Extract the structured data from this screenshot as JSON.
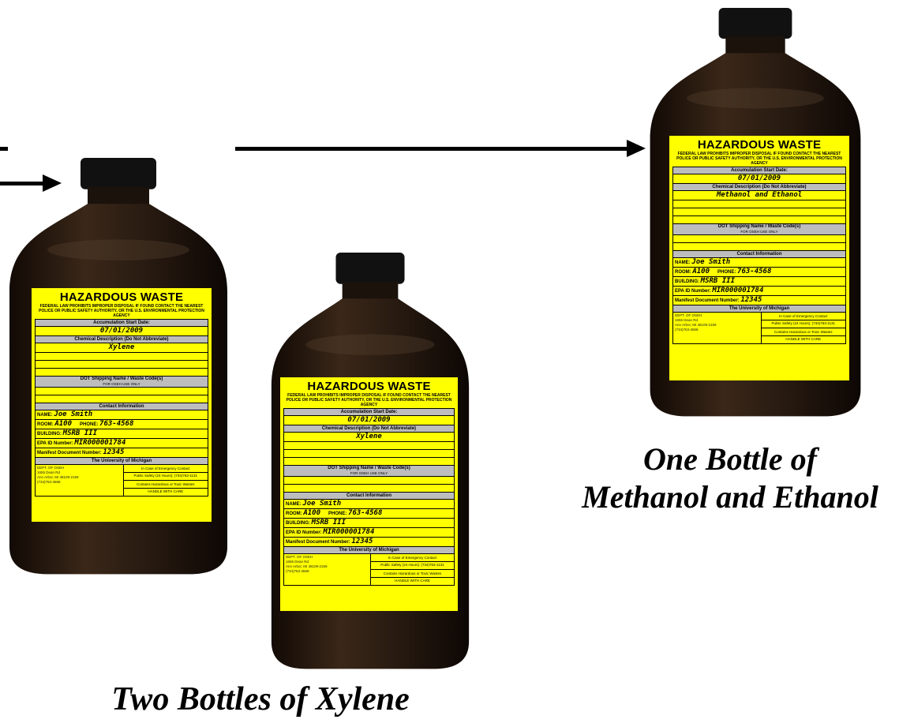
{
  "captions": {
    "xylene": "Two Bottles of Xylene",
    "methanol_line1": "One Bottle of",
    "methanol_line2": "Methanol and Ethanol"
  },
  "labels": [
    {
      "title": "HAZARDOUS WASTE",
      "warning": "FEDERAL LAW PROHIBITS IMPROPER DISPOSAL IF FOUND CONTACT THE NEAREST POLICE OR PUBLIC SAFETY AUTHORITY, OR THE U.S. ENVIRONMENTAL PROTECTION AGENCY",
      "accumulation_header": "Accumulation Start Date:",
      "date": "07/01/2009",
      "chemical_header": "Chemical Description (Do Not Abbreviate)",
      "chemical": "Xylene",
      "dot_header": "DOT Shipping Name / Waste Code(s)",
      "dot_sub": "FOR OSEH USE ONLY",
      "contact_header": "Contact Information",
      "name_label": "NAME:",
      "name": "Joe Smith",
      "room_label": "ROOM:",
      "room": "A100",
      "phone_label": "PHONE:",
      "phone": "763-4568",
      "building_label": "BUILDING:",
      "building": "MSRB III",
      "epa_label": "EPA ID Number:",
      "epa": "MIR000001784",
      "manifest_label": "Manifest Document Number:",
      "manifest": "12345",
      "univ": "The University of Michigan",
      "dept1": "DEPT. OF OSEH",
      "dept2": "1655 Dean Rd",
      "dept3": "Ann Arbor, MI 48109-2159",
      "dept4": "(734)763-4568",
      "emer1": "In Case of Emergency Contact",
      "emer2": "Public Safety (24 Hours): (734)763-1131",
      "cont1": "Contains Hazardous or Toxic Wastes",
      "cont2": "HANDLE WITH CARE"
    },
    {
      "title": "HAZARDOUS WASTE",
      "warning": "FEDERAL LAW PROHIBITS IMPROPER DISPOSAL IF FOUND CONTACT THE NEAREST POLICE OR PUBLIC SAFETY AUTHORITY, OR THE U.S. ENVIRONMENTAL PROTECTION AGENCY",
      "accumulation_header": "Accumulation Start Date:",
      "date": "07/01/2009",
      "chemical_header": "Chemical Description (Do Not Abbreviate)",
      "chemical": "Xylene",
      "dot_header": "DOT Shipping Name / Waste Code(s)",
      "dot_sub": "FOR OSEH USE ONLY",
      "contact_header": "Contact Information",
      "name_label": "NAME:",
      "name": "Joe Smith",
      "room_label": "ROOM:",
      "room": "A100",
      "phone_label": "PHONE:",
      "phone": "763-4568",
      "building_label": "BUILDING:",
      "building": "MSRB III",
      "epa_label": "EPA ID Number:",
      "epa": "MIR000001784",
      "manifest_label": "Manifest Document Number:",
      "manifest": "12345",
      "univ": "The University of Michigan",
      "dept1": "DEPT. OF OSEH",
      "dept2": "1655 Dean Rd",
      "dept3": "Ann Arbor, MI 48109-2159",
      "dept4": "(734)763-4568",
      "emer1": "In Case of Emergency Contact",
      "emer2": "Public Safety (24 Hours): (734)763-1131",
      "cont1": "Contains Hazardous or Toxic Wastes",
      "cont2": "HANDLE WITH CARE"
    },
    {
      "title": "HAZARDOUS WASTE",
      "warning": "FEDERAL LAW PROHIBITS IMPROPER DISPOSAL IF FOUND CONTACT THE NEAREST POLICE OR PUBLIC SAFETY AUTHORITY, OR THE U.S. ENVIRONMENTAL PROTECTION AGENCY",
      "accumulation_header": "Accumulation Start Date:",
      "date": "07/01/2009",
      "chemical_header": "Chemical Description (Do Not Abbreviate)",
      "chemical": "Methanol and Ethanol",
      "dot_header": "DOT Shipping Name / Waste Code(s)",
      "dot_sub": "FOR OSEH USE ONLY",
      "contact_header": "Contact Information",
      "name_label": "NAME:",
      "name": "Joe Smith",
      "room_label": "ROOM:",
      "room": "A100",
      "phone_label": "PHONE:",
      "phone": "763-4568",
      "building_label": "BUILDING:",
      "building": "MSRB III",
      "epa_label": "EPA ID Number:",
      "epa": "MIR000001784",
      "manifest_label": "Manifest Document Number:",
      "manifest": "12345",
      "univ": "The University of Michigan",
      "dept1": "DEPT. OF OSEH",
      "dept2": "1655 Dean Rd",
      "dept3": "Ann Arbor, MI 48109-2159",
      "dept4": "(734)763-4568",
      "emer1": "In Case of Emergency Contact",
      "emer2": "Public Safety (24 Hours): (734)763-1131",
      "cont1": "Contains Hazardous or Toxic Wastes",
      "cont2": "HANDLE WITH CARE"
    }
  ],
  "colors": {
    "label": "#ffff00",
    "bottle": "#2a1c12",
    "header_gray": "#bdbdbd"
  }
}
